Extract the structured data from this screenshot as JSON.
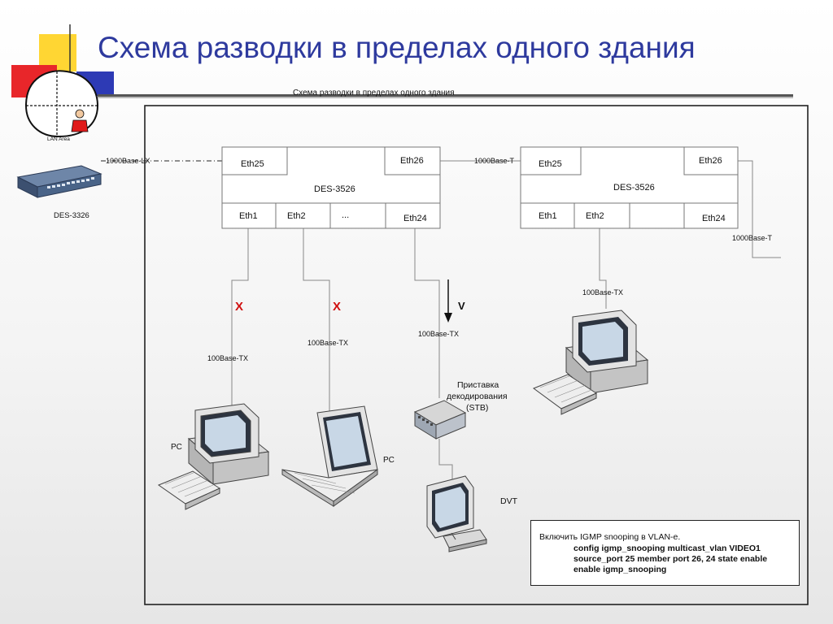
{
  "slide": {
    "title": "Схема разводки в пределах одного здания",
    "subtitle": "Схема разводки в пределах одного здания"
  },
  "legend_icon": {
    "label": "LAN Area"
  },
  "left_switch": {
    "label": "DES-3326",
    "uplink_label": "1000Base-LX"
  },
  "switch_a": {
    "model": "DES-3526",
    "ports": {
      "eth25": "Eth25",
      "eth26": "Eth26",
      "eth1": "Eth1",
      "eth2": "Eth2",
      "dots": "...",
      "eth24": "Eth24"
    }
  },
  "switch_b": {
    "model": "DES-3526",
    "ports": {
      "eth25": "Eth25",
      "eth26": "Eth26",
      "eth1": "Eth1",
      "eth2": "Eth2",
      "eth24": "Eth24"
    }
  },
  "links": {
    "interswitch": "1000Base-T",
    "b_out": "1000Base-T",
    "pc1": "100Base-TX",
    "laptop": "100Base-TX",
    "stb": "100Base-TX",
    "pc3": "100Base-TX"
  },
  "markers": {
    "blocked_1": "X",
    "blocked_2": "X",
    "allowed": "V"
  },
  "devices": {
    "pc1_label": "PC",
    "laptop_label": "PC",
    "stb_label_1": "Приставка",
    "stb_label_2": "декодирования",
    "stb_label_3": "(STB)",
    "dvt_label": "DVT"
  },
  "config_box": {
    "intro": "Включить IGMP snooping в VLAN-е.",
    "commands": [
      "config igmp_snooping multicast_vlan VIDEO1",
      "source_port 25 member port 26, 24 state enable",
      "enable igmp_snooping"
    ]
  },
  "colors": {
    "title": "#2e3a9e",
    "marker_red": "#d01010",
    "accent_yellow": "#ffd633",
    "accent_red": "#e8262a",
    "accent_blue": "#2d3ab5"
  }
}
